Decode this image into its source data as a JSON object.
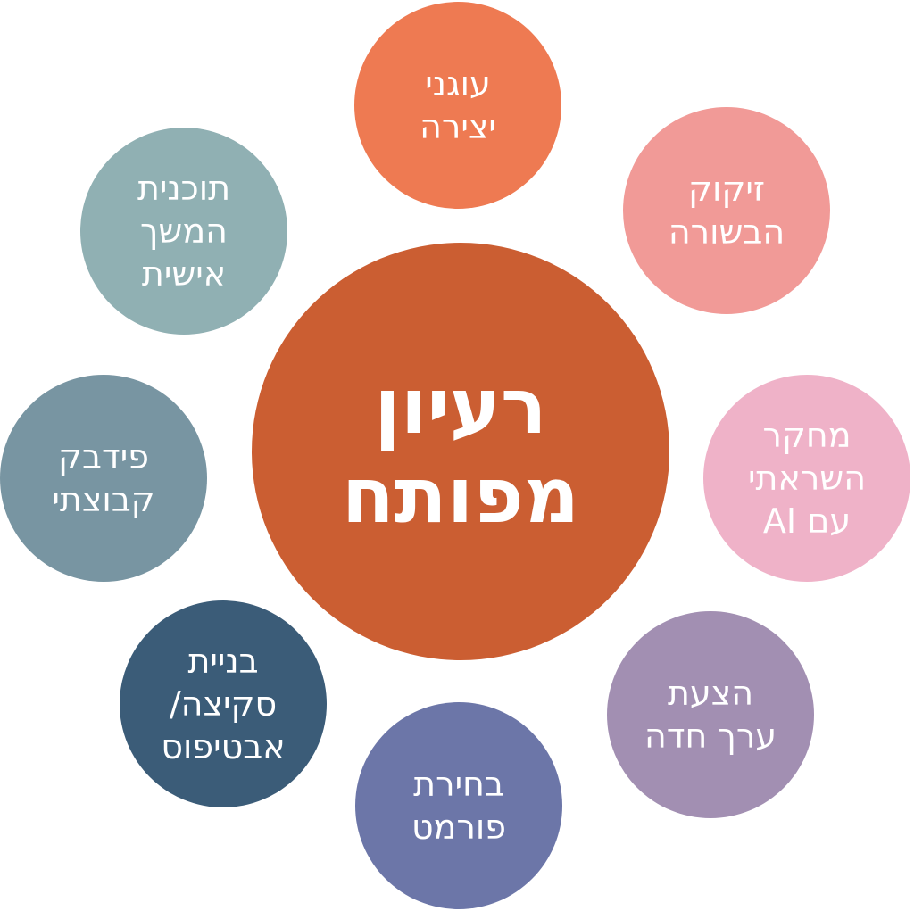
{
  "center": {
    "lines": [
      "רעיון",
      "מפותח"
    ],
    "color": "#CB5E32"
  },
  "nodes": [
    {
      "id": "top",
      "lines": [
        "עוגני",
        "יצירה"
      ],
      "color": "#EE7A52"
    },
    {
      "id": "tr",
      "lines": [
        "זיקוק",
        "הבשורה"
      ],
      "color": "#F19A97"
    },
    {
      "id": "right",
      "lines": [
        "מחקר",
        "השראתי",
        "עם AI"
      ],
      "color": "#EFB2C8"
    },
    {
      "id": "br",
      "lines": [
        "הצעת",
        "ערך חדה"
      ],
      "color": "#A28FB2"
    },
    {
      "id": "bottom",
      "lines": [
        "בחירת",
        "פורמט"
      ],
      "color": "#6C76A8"
    },
    {
      "id": "bl",
      "lines": [
        "בניית",
        "סקיצה/",
        "אבטיפוס"
      ],
      "color": "#3B5C78"
    },
    {
      "id": "left",
      "lines": [
        "פידבק",
        "קבוצתי"
      ],
      "color": "#7895A2"
    },
    {
      "id": "tl",
      "lines": [
        "תוכנית",
        "המשך",
        "אישית"
      ],
      "color": "#90B0B3"
    }
  ]
}
